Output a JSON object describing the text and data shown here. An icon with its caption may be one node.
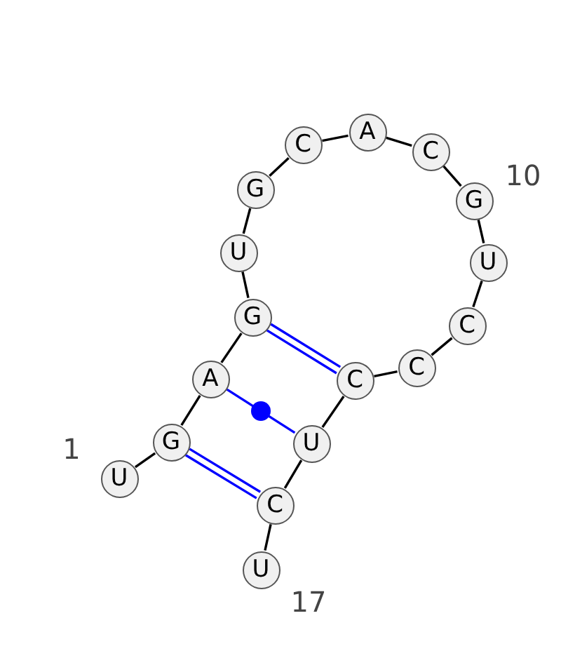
{
  "diagram": {
    "nodes": [
      {
        "text": [
          "U"
        ],
        "beside": [
          "1"
        ]
      },
      {
        "text": [
          "G"
        ]
      },
      {
        "text": [
          "A"
        ]
      },
      {
        "text": [
          "G"
        ]
      },
      {
        "text": [
          "U"
        ]
      },
      {
        "text": [
          "G"
        ]
      },
      {
        "text": [
          "C"
        ]
      },
      {
        "text": [
          "A"
        ]
      },
      {
        "text": [
          "C"
        ]
      },
      {
        "text": [
          "G"
        ],
        "beside": [
          "10"
        ]
      },
      {
        "text": [
          "U"
        ]
      },
      {
        "text": [
          "C"
        ]
      },
      {
        "text": [
          "C"
        ]
      },
      {
        "text": [
          "C"
        ]
      },
      {
        "text": [
          "U"
        ]
      },
      {
        "text": [
          "C"
        ]
      },
      {
        "text": [
          "U"
        ],
        "beside": [
          "17"
        ]
      }
    ],
    "edges": [
      {
        "from": 0,
        "to": 1,
        "arrow": "none"
      },
      {
        "from": 1,
        "to": 2,
        "arrow": "none"
      },
      {
        "from": 2,
        "to": 3,
        "arrow": "none"
      },
      {
        "from": 3,
        "to": 4,
        "arrow": "none"
      },
      {
        "from": 4,
        "to": 5,
        "arrow": "none"
      },
      {
        "from": 5,
        "to": 6,
        "arrow": "none"
      },
      {
        "from": 6,
        "to": 7,
        "arrow": "none"
      },
      {
        "from": 7,
        "to": 8,
        "arrow": "none"
      },
      {
        "from": 8,
        "to": 9,
        "arrow": "none"
      },
      {
        "from": 9,
        "to": 10,
        "arrow": "none"
      },
      {
        "from": 10,
        "to": 11,
        "arrow": "none"
      },
      {
        "from": 11,
        "to": 12,
        "arrow": "none"
      },
      {
        "from": 12,
        "to": 13,
        "arrow": "none"
      },
      {
        "from": 13,
        "to": 14,
        "arrow": "none"
      },
      {
        "from": 14,
        "to": 15,
        "arrow": "none"
      },
      {
        "from": 15,
        "to": 16,
        "arrow": "none"
      },
      {
        "from": 1,
        "to": 15,
        "arrow": "none",
        "color": "#0000ff"
      },
      {
        "from": 2,
        "to": 14,
        "arrow": "none",
        "color": "#0000ff"
      },
      {
        "from": 3,
        "to": 13,
        "arrow": "none",
        "color": "#0000ff"
      }
    ]
  }
}
